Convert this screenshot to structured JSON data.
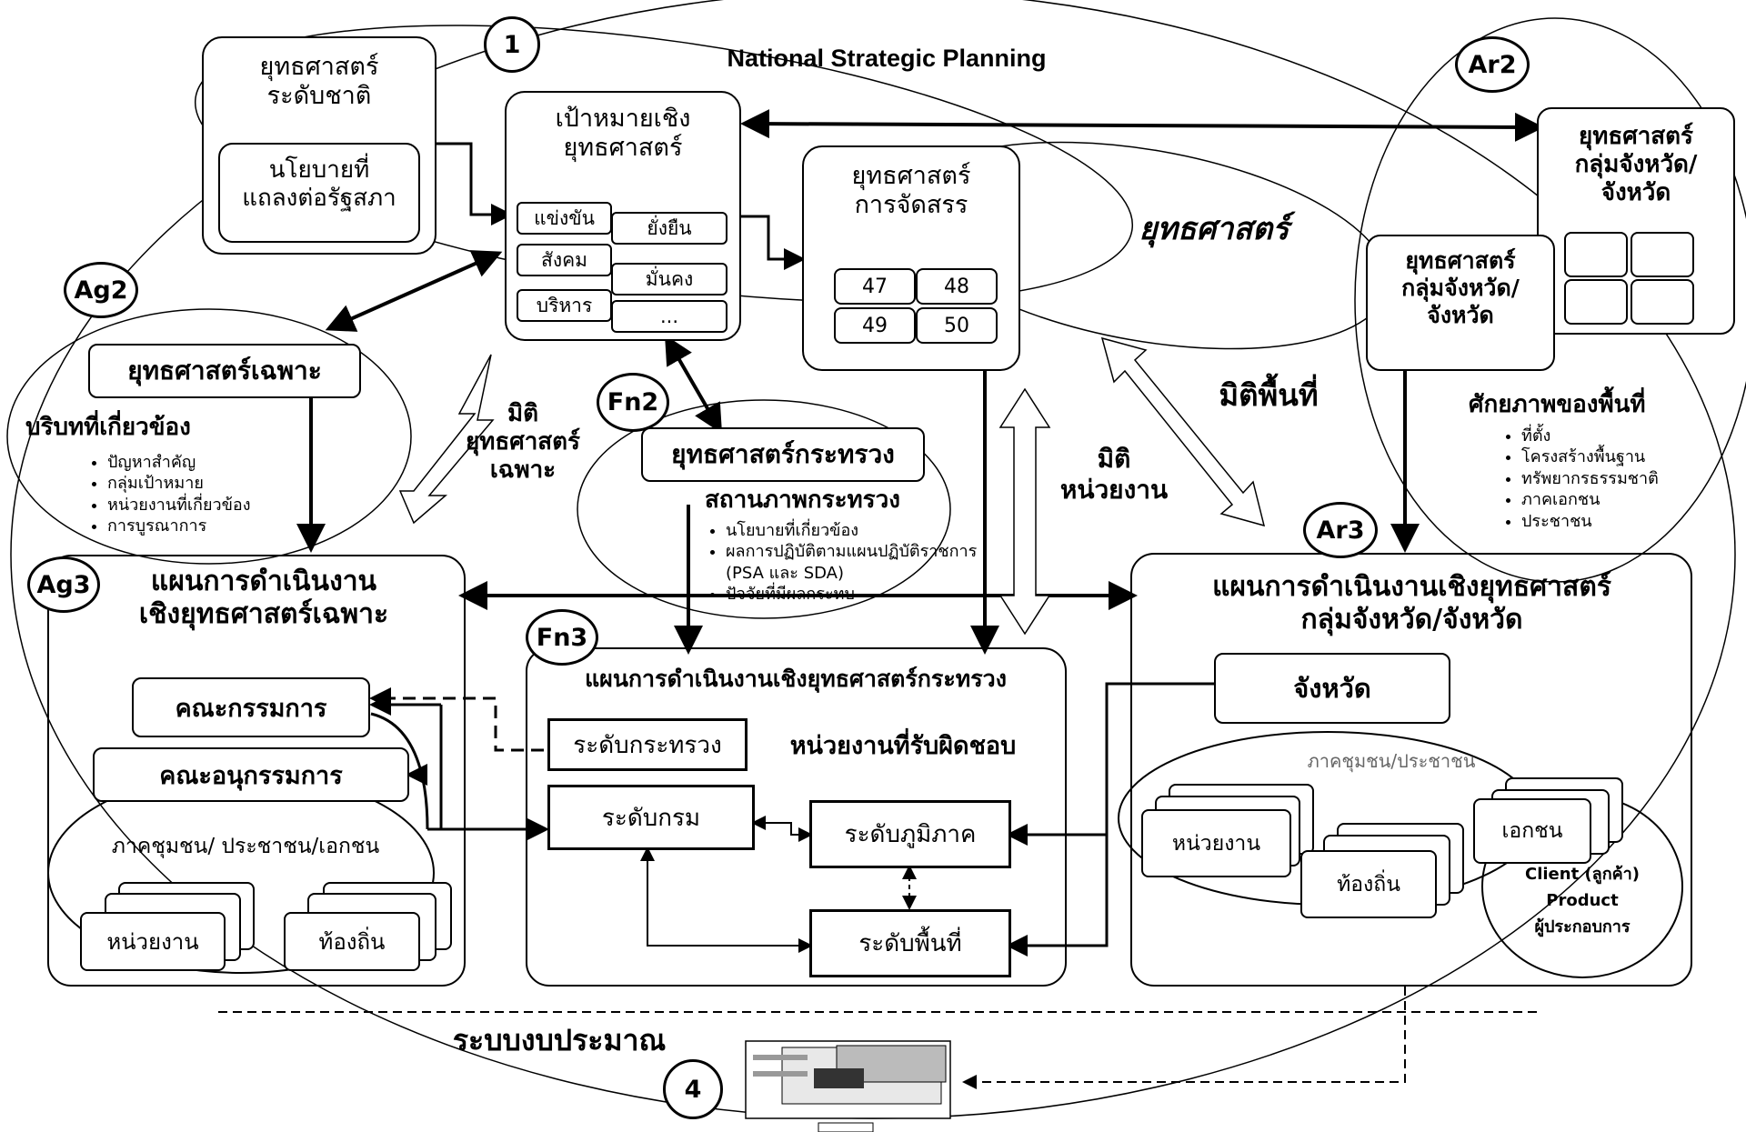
{
  "title": "National Strategic Planning",
  "badges": {
    "n1": "1",
    "ar2": "Ar2",
    "ag2": "Ag2",
    "fn2": "Fn2",
    "ar3": "Ar3",
    "ag3": "Ag3",
    "fn3": "Fn3",
    "n4": "4"
  },
  "national": {
    "title": "ยุทธศาสตร์\nระดับชาติ",
    "policy": "นโยบายที่\nแถลงต่อรัฐสภา"
  },
  "goals": {
    "title": "เป้าหมายเชิง\nยุทธศาสตร์",
    "items": [
      "แข่งขัน",
      "ยั่งยืน",
      "สังคม",
      "มั่นคง",
      "บริหาร",
      "..."
    ]
  },
  "allocation": {
    "title": "ยุทธศาสตร์\nการจัดสรร",
    "cells": [
      "47",
      "48",
      "49",
      "50"
    ]
  },
  "label_strategy": "ยุทธศาสตร์",
  "region": {
    "title": "ยุทธศาสตร์\nกลุ่มจังหวัด/\nจังหวัด",
    "sub": "ยุทธศาสตร์\nกลุ่มจังหวัด/\nจังหวัด"
  },
  "dimensions": {
    "area": "มิติพื้นที่",
    "agency": "มิติ\nหน่วยงาน",
    "specific": "มิติ\nยุทธศาสตร์\nเฉพาะ"
  },
  "specific": {
    "title": "ยุทธศาสตร์เฉพาะ",
    "context": "บริบทที่เกี่ยวข้อง",
    "items": [
      "ปัญหาสำคัญ",
      "กลุ่มเป้าหมาย",
      "หน่วยงานที่เกี่ยวข้อง",
      "การบูรณาการ"
    ]
  },
  "ministry": {
    "title": "ยุทธศาสตร์กระทรวง",
    "status": "สถานภาพกระทรวง",
    "items": [
      "นโยบายที่เกี่ยวข้อง",
      "ผลการปฏิบัติตามแผนปฏิบัติราชการ (PSA และ SDA)",
      "ปัจจัยที่มีผลกระทบ"
    ]
  },
  "potential": {
    "title": "ศักยภาพของพื้นที่",
    "items": [
      "ที่ตั้ง",
      "โครงสร้างพื้นฐาน",
      "ทรัพยากรธรรมชาติ",
      "ภาคเอกชน",
      "ประชาชน"
    ]
  },
  "plan_specific": {
    "title": "แผนการดำเนินงาน\nเชิงยุทธศาสตร์เฉพาะ",
    "committee": "คณะกรรมการ",
    "subcommittee": "คณะอนุกรรมการ",
    "sector": "ภาคชุมชน/ ประชาชน/เอกชน",
    "agency": "หน่วยงาน",
    "local": "ท้องถิ่น"
  },
  "plan_ministry": {
    "title": "แผนการดำเนินงานเชิงยุทธศาสตร์กระทรวง",
    "level_ministry": "ระดับกระทรวง",
    "responsible": "หน่วยงานที่รับผิดชอบ",
    "level_dept": "ระดับกรม",
    "level_region": "ระดับภูมิภาค",
    "level_area": "ระดับพื้นที่"
  },
  "plan_province": {
    "title": "แผนการดำเนินงานเชิงยุทธศาสตร์\nกลุ่มจังหวัด/จังหวัด",
    "province": "จังหวัด",
    "sector": "ภาคชุมชน/ประชาชน",
    "agency": "หน่วยงาน",
    "local": "ท้องถิ่น",
    "private": "เอกชน",
    "client": "Client (ลูกค้า)\nProduct\nผู้ประกอบการ"
  },
  "budget": {
    "title": "ระบบงบประมาณ"
  }
}
